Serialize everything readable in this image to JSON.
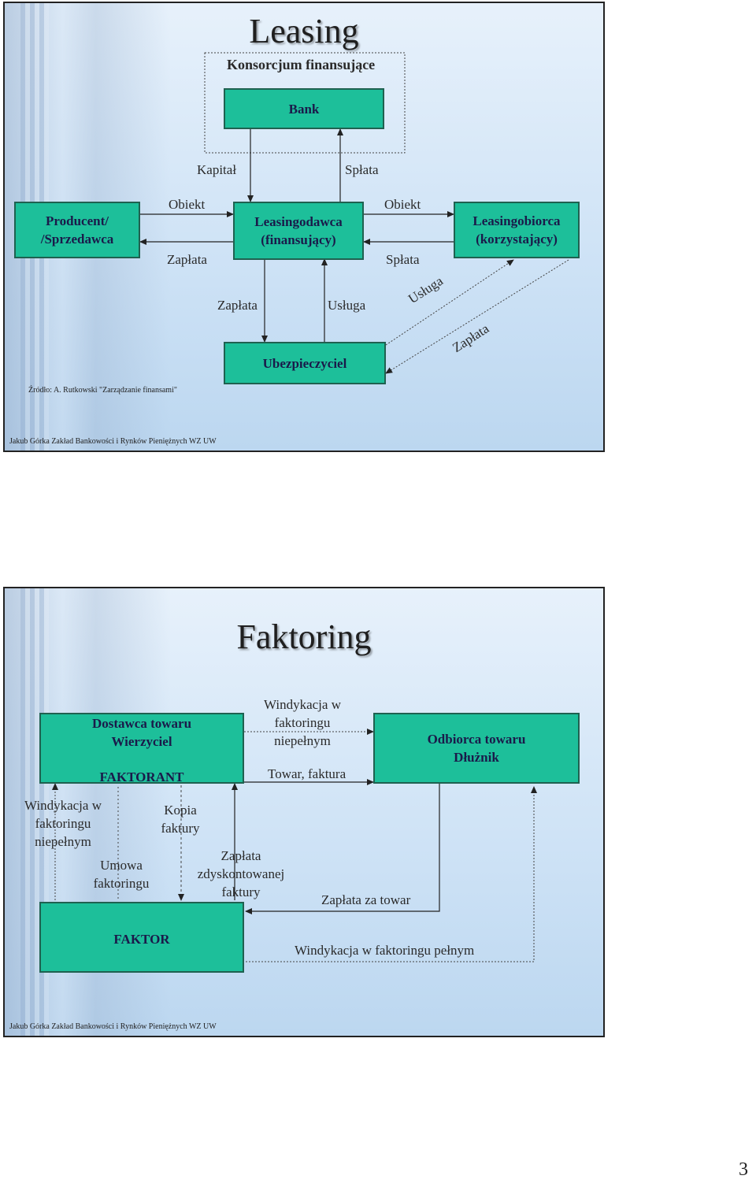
{
  "slide1": {
    "title": "Leasing",
    "consortium_label": "Konsorcjum finansujące",
    "boxes": {
      "bank": "Bank",
      "producer_l1": "Producent/",
      "producer_l2": "/Sprzedawca",
      "lessor_l1": "Leasingodawca",
      "lessor_l2": "(finansujący)",
      "lessee_l1": "Leasingobiorca",
      "lessee_l2": "(korzystający)",
      "insurer": "Ubezpieczyciel"
    },
    "labels": {
      "capital": "Kapitał",
      "repayment_top": "Spłata",
      "object_left": "Obiekt",
      "payment_left": "Zapłata",
      "object_right": "Obiekt",
      "repayment_right": "Spłata",
      "payment_insurer": "Zapłata",
      "service_insurer": "Usługa",
      "service_diag": "Usługa",
      "payment_diag": "Zapłata"
    },
    "source": "Źródło: A. Rutkowski \"Zarządzanie finansami\"",
    "footer": "Jakub Górka Zakład Bankowości i Rynków Pieniężnych WZ UW"
  },
  "slide2": {
    "title": "Faktoring",
    "boxes": {
      "supplier_l1": "Dostawca towaru",
      "supplier_l2": "Wierzyciel",
      "supplier_l3": "FAKTORANT",
      "recipient_l1": "Odbiorca towaru",
      "recipient_l2": "Dłużnik",
      "factor": "FAKTOR"
    },
    "labels": {
      "collection_top_l1": "Windykacja w",
      "collection_top_l2": "faktoringu",
      "collection_top_l3": "niepełnym",
      "goods_invoice": "Towar, faktura",
      "collection_left_l1": "Windykacja w",
      "collection_left_l2": "faktoringu",
      "collection_left_l3": "niepełnym",
      "invoice_copy_l1": "Kopia",
      "invoice_copy_l2": "faktury",
      "agreement_l1": "Umowa",
      "agreement_l2": "faktoringu",
      "discount_pay_l1": "Zapłata",
      "discount_pay_l2": "zdyskontowanej",
      "discount_pay_l3": "faktury",
      "pay_for_goods": "Zapłata za towar",
      "collection_full": "Windykacja w faktoringu pełnym"
    },
    "footer": "Jakub Górka Zakład Bankowości i Rynków Pieniężnych WZ UW"
  },
  "page_number": "3"
}
